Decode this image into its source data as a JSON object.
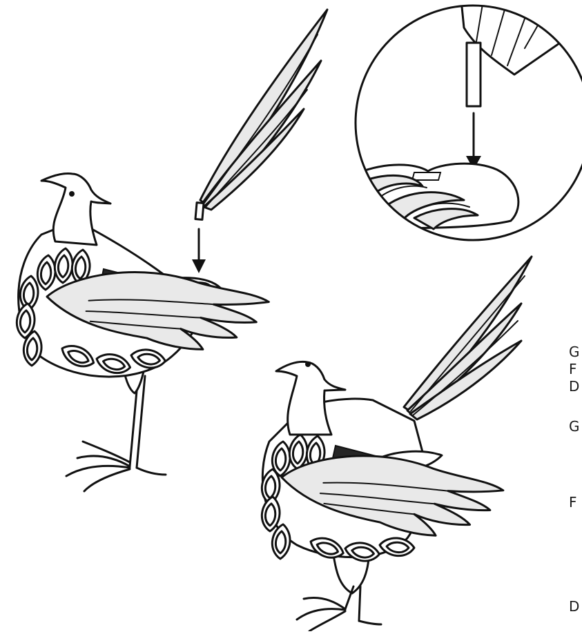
{
  "colors": {
    "line": "#111111",
    "feather_fill": "#e9e9e9",
    "slot_fill": "#262626",
    "background": "#ffffff"
  },
  "icons": [
    "arrow-down-icon"
  ],
  "edge_labels": [
    "G",
    "F",
    "D",
    "G",
    "F",
    "D"
  ]
}
